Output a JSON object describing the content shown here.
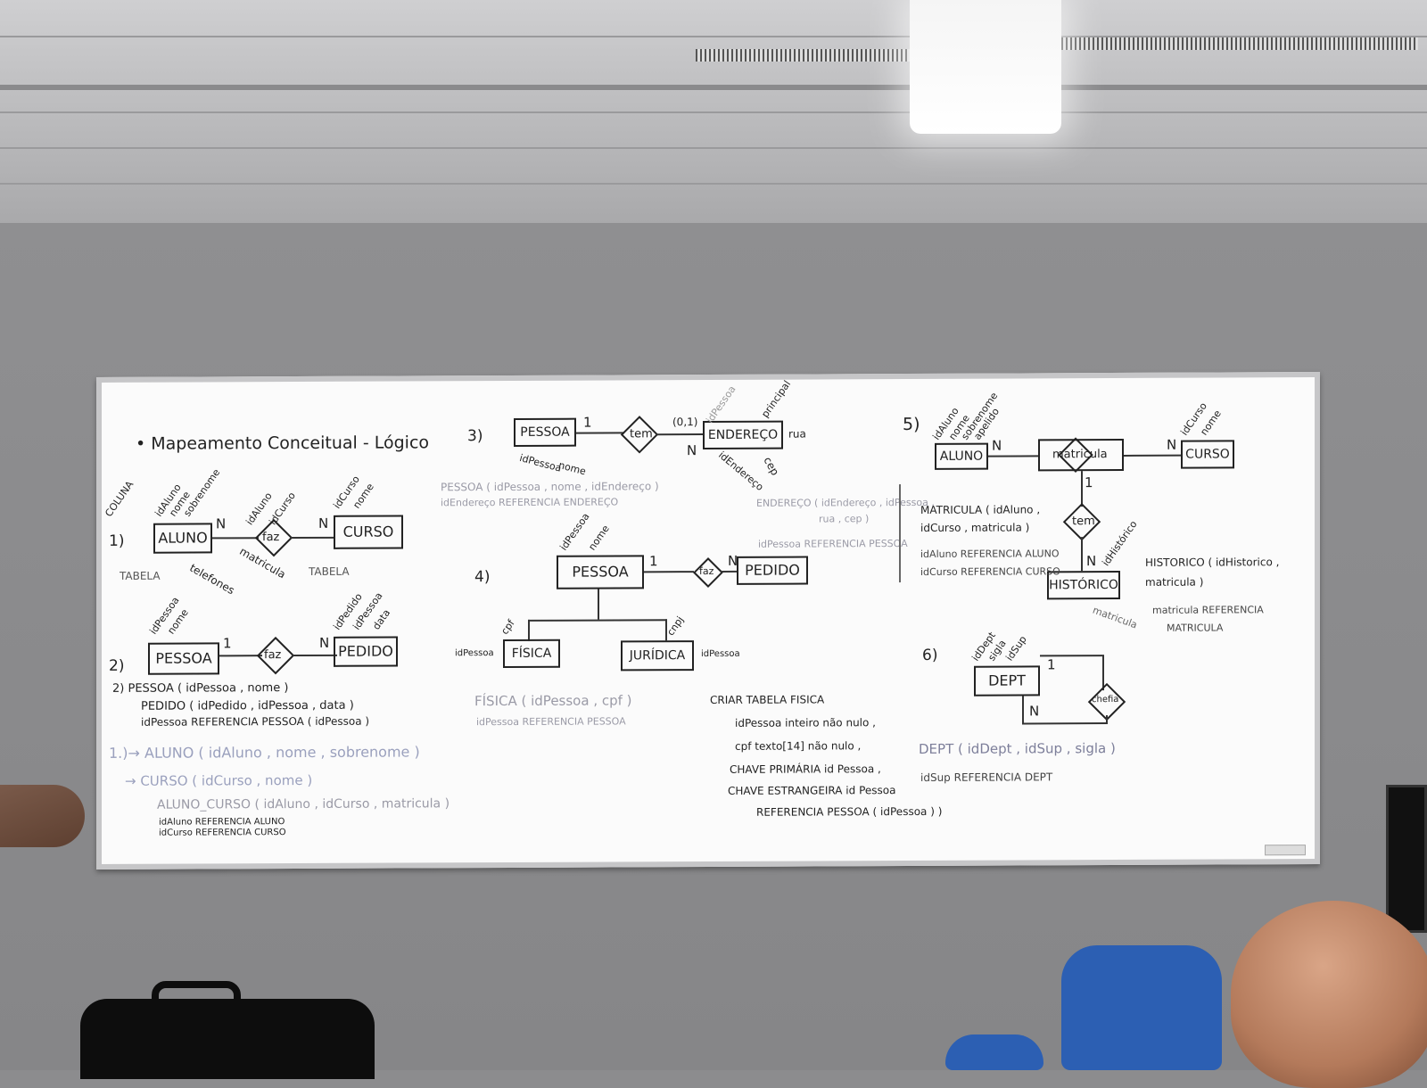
{
  "board": {
    "title": "• Mapeamento   Conceitual - Lógico",
    "s1": {
      "num": "1)",
      "aluno": "ALUNO",
      "curso": "CURSO",
      "faz": "faz",
      "n1": "N",
      "n2": "N",
      "tabela1": "TABELA",
      "tabela2": "TABELA",
      "coluna": "COLUNA",
      "matricula": "matricula",
      "telefones": "telefones",
      "a_id": "idAluno",
      "a_nome": "nome",
      "a_sob": "sobrenome",
      "c_id": "idCurso",
      "c_nome": "nome",
      "r_idaluno": "idAluno",
      "r_idcurso": "idCurso"
    },
    "s2": {
      "num": "2)",
      "pessoa": "PESSOA",
      "pedido": "PEDIDO",
      "faz": "faz",
      "one": "1",
      "n": "N",
      "p_id": "idPessoa",
      "p_nome": "nome",
      "d_id": "idPedido",
      "d_idp": "idPessoa",
      "d_data": "data",
      "l1": "2)  PESSOA ( idPessoa , nome )",
      "l2": "PEDIDO ( idPedido , idPessoa , data )",
      "l3": "idPessoa  REFERENCIA  PESSOA ( idPessoa )",
      "l4": "1.)→ ALUNO ( idAluno , nome , sobrenome )",
      "l5": "→ CURSO ( idCurso , nome )",
      "l6": "ALUNO_CURSO ( idAluno , idCurso , matricula )",
      "l7": "idAluno REFERENCIA ALUNO",
      "l8": "idCurso REFERENCIA CURSO"
    },
    "s3": {
      "num": "3)",
      "pessoa": "PESSOA",
      "tem": "tem",
      "endereco": "ENDEREÇO",
      "one": "1",
      "n": "N",
      "card": "(0,1)",
      "rua": "rua",
      "cep": "cep",
      "ident": "idEndereço",
      "idpes": "idPessoa",
      "principal": "principal",
      "p_id": "idPessoa",
      "p_nome": "nome",
      "l1": "PESSOA ( idPessoa , nome , idEndereço )",
      "l2": "idEndereço  REFERENCIA  ENDEREÇO",
      "l3": "ENDEREÇO ( idEndereço , idPessoa ,",
      "l3b": "rua , cep )",
      "l4": "idPessoa  REFERENCIA  PESSOA"
    },
    "s4": {
      "num": "4)",
      "pessoa": "PESSOA",
      "pedido": "PEDIDO",
      "faz": "faz",
      "one": "1",
      "n": "N",
      "fisica": "FÍSICA",
      "juridica": "JURÍDICA",
      "cpf": "cpf",
      "cnpj": "cnpj",
      "idp1": "idPessoa",
      "idp2": "idPessoa",
      "p_id": "idPessoa",
      "p_nome": "nome",
      "l1": "FÍSICA ( idPessoa , cpf )",
      "l2": "idPessoa  REFERENCIA  PESSOA",
      "c1": "CRIAR TABELA FISICA",
      "c2": "idPessoa  inteiro  não nulo ,",
      "c3": "cpf  texto[14]  não nulo ,",
      "c4": "CHAVE PRIMÁRIA  id Pessoa ,",
      "c5": "CHAVE ESTRANGEIRA  id Pessoa",
      "c6": "REFERENCIA  PESSOA ( idPessoa ) )"
    },
    "s5": {
      "num": "5)",
      "aluno": "ALUNO",
      "curso": "CURSO",
      "matricula": "matricula",
      "tem": "tem",
      "historico": "HISTÓRICO",
      "n1": "N",
      "n2": "N",
      "n3": "N",
      "one": "1",
      "a_id": "idAluno",
      "a_nome": "nome",
      "a_sob": "sobrenome",
      "a_ap": "apelido",
      "c_id": "idCurso",
      "c_nome": "nome",
      "h_id": "idHistórico",
      "h_mat": "matricula",
      "l1": "MATRICULA ( idAluno ,",
      "l1b": "idCurso , matricula )",
      "l2": "idAluno  REFERENCIA  ALUNO",
      "l3": "idCurso  REFERENCIA  CURSO",
      "h1": "HISTORICO ( idHistorico ,",
      "h1b": "matricula )",
      "h2": "matricula  REFERENCIA",
      "h2b": "MATRICULA"
    },
    "s6": {
      "num": "6)",
      "dept": "DEPT",
      "chefia": "chefia",
      "one": "1",
      "n": "N",
      "a_id": "idDept",
      "a_sig": "sigla",
      "a_sup": "idSup",
      "l1": "DEPT ( idDept , idSup , sigla )",
      "l2": "idSup  REFERENCIA  DEPT"
    }
  }
}
